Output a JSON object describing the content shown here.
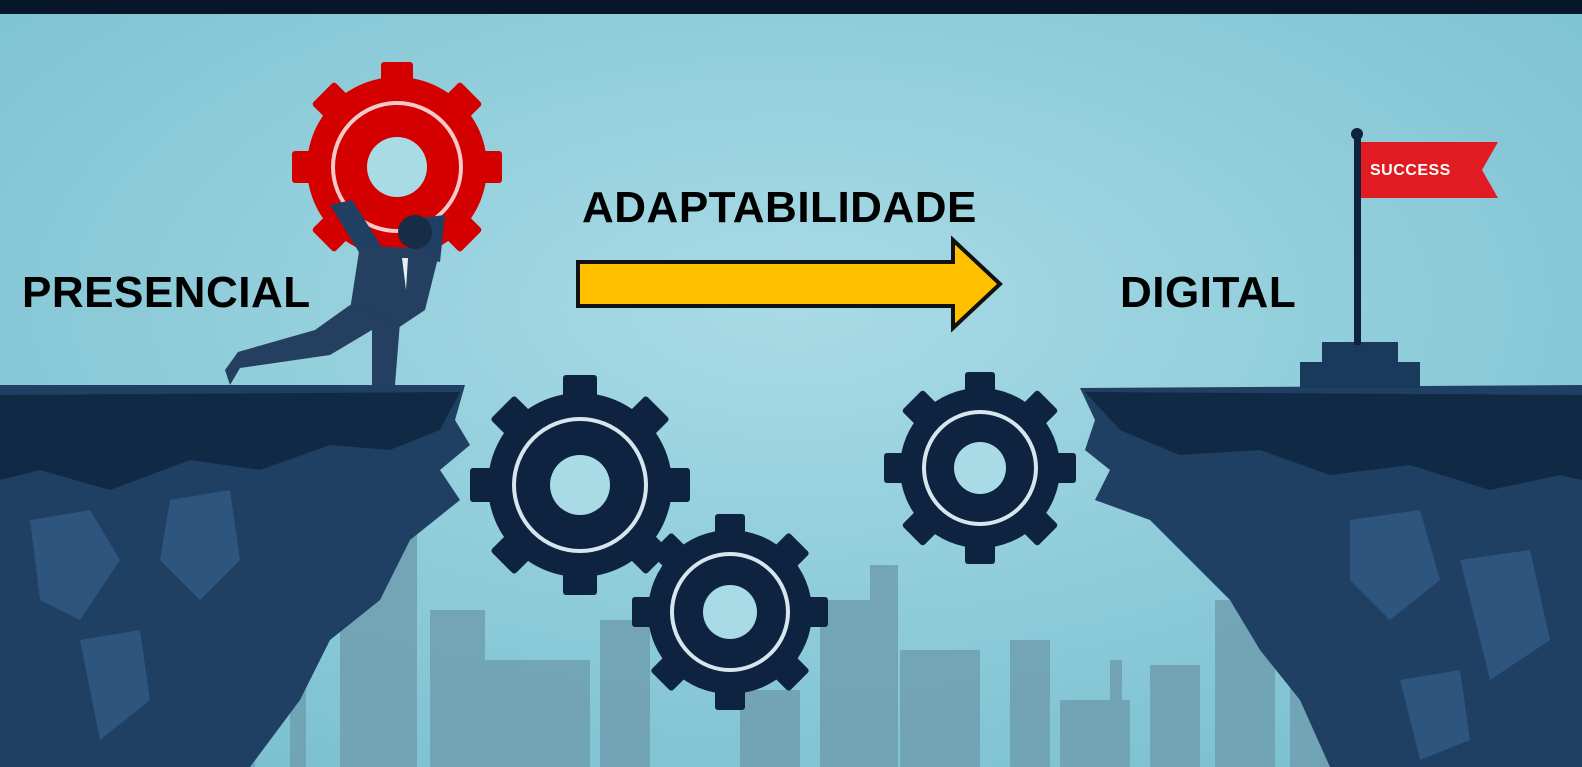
{
  "labels": {
    "left": "PRESENCIAL",
    "center": "ADAPTABILIDADE",
    "right": "DIGITAL"
  },
  "flag": {
    "text": "SUCCESS"
  },
  "colors": {
    "sky": "#8fcfdc",
    "cliff": "#1f3f63",
    "cliff_dark": "#102a45",
    "gear_red": "#d40000",
    "gear_dark": "#0e2340",
    "arrow": "#ffc000",
    "city": "#6f9fb0",
    "flag_red": "#e11b22"
  },
  "icons": [
    "gear-icon",
    "arrow-right-icon",
    "flag-icon",
    "person-icon"
  ]
}
